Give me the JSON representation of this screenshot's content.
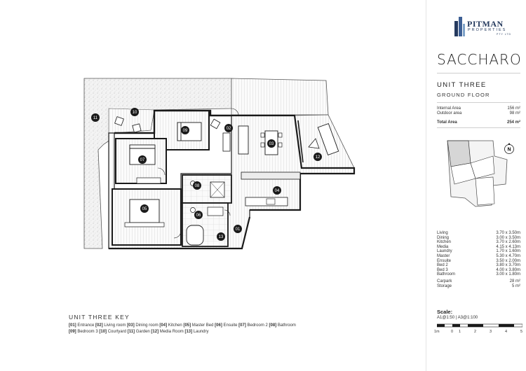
{
  "brand": {
    "name": "PITMAN",
    "sub": "PROPERTIES",
    "sub2": "PTY LTD"
  },
  "building": "SACCHARO",
  "unit": "UNIT THREE",
  "floor": "GROUND FLOOR",
  "areas": [
    {
      "label": "Internal Area",
      "value": "156 m²"
    },
    {
      "label": "Outdoor area",
      "value": "98 m²"
    }
  ],
  "total": {
    "label": "Total Area",
    "value": "254 m²"
  },
  "north": "N",
  "dimensions": [
    {
      "room": "Living",
      "size": "3.70 x 3.50m"
    },
    {
      "room": "Dining",
      "size": "3.00 x 3.50m"
    },
    {
      "room": "Kitchen",
      "size": "3.70 x 2.60m"
    },
    {
      "room": "Media",
      "size": "4.15 x 4.13m"
    },
    {
      "room": "Laundry",
      "size": "1.70 x 1.60m"
    },
    {
      "room": "Master",
      "size": "5.30 x 4.70m"
    },
    {
      "room": "Ensuite",
      "size": "3.50 x 2.00m"
    },
    {
      "room": "Bed 2",
      "size": "3.80 x 3.70m"
    },
    {
      "room": "Bed 3",
      "size": "4.00 x 3.80m"
    },
    {
      "room": "Bathroom",
      "size": "3.00 x 1.80m"
    }
  ],
  "extras": [
    {
      "label": "Carpark",
      "value": "28 m²"
    },
    {
      "label": "Storage",
      "value": "5 m²"
    }
  ],
  "scale": {
    "label": "Scale:",
    "value": "A1@1:50  |  A3@1:100",
    "ticks": [
      "1m",
      "0",
      "1",
      "2",
      "3",
      "4",
      "5"
    ]
  },
  "key": {
    "title": "UNIT THREE KEY",
    "line1": [
      {
        "n": "[01]",
        "t": "Entrance"
      },
      {
        "n": "[02]",
        "t": "Living room"
      },
      {
        "n": "[03]",
        "t": "Dining room"
      },
      {
        "n": "[04]",
        "t": "Kitchen"
      },
      {
        "n": "[05]",
        "t": "Master Bed"
      },
      {
        "n": "[06]",
        "t": "Ensuite"
      },
      {
        "n": "[07]",
        "t": "Bedroom 2"
      },
      {
        "n": "[08]",
        "t": "Bathroom"
      }
    ],
    "line2": [
      {
        "n": "[09]",
        "t": "Bedroom 3"
      },
      {
        "n": "[10]",
        "t": "Courtyard"
      },
      {
        "n": "[11]",
        "t": "Garden"
      },
      {
        "n": "[12]",
        "t": "Media Room"
      },
      {
        "n": "[13]",
        "t": "Laundry"
      }
    ]
  },
  "plan_markers": [
    "01",
    "02",
    "03",
    "04",
    "05",
    "06",
    "07",
    "08",
    "09",
    "10",
    "11",
    "12",
    "13"
  ]
}
